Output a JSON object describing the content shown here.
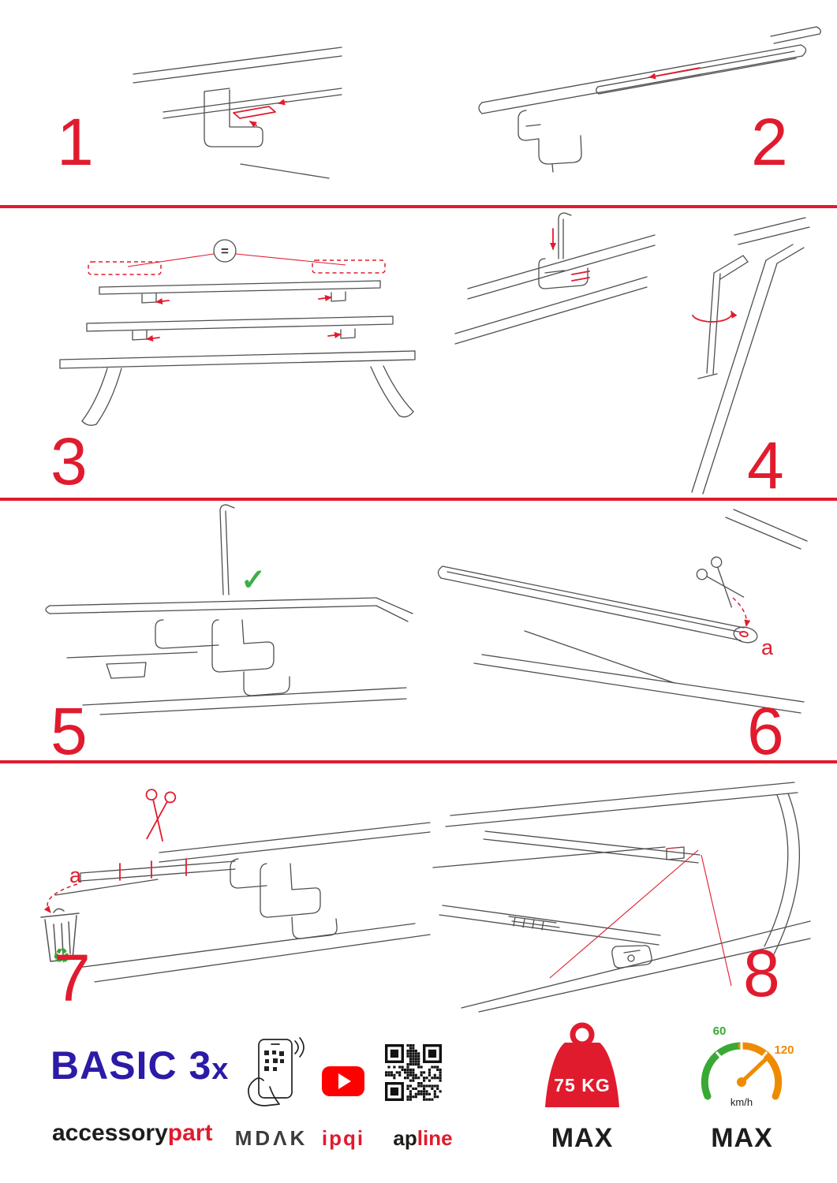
{
  "palette": {
    "accent_red": "#e11b2e",
    "line_gray": "#4f4f4f",
    "check_green": "#3fae49",
    "recycle_green": "#3aa335",
    "brand_blue": "#2b1ba6",
    "youtube_red": "#ff0000",
    "speed_green": "#39a935",
    "speed_orange": "#ef8b00",
    "text_dark": "#1d1d1b"
  },
  "steps": [
    {
      "number": "1"
    },
    {
      "number": "2"
    },
    {
      "number": "3",
      "equal_label": "="
    },
    {
      "number": "4"
    },
    {
      "number": "5",
      "check_label": "✓"
    },
    {
      "number": "6",
      "cut_label": "a"
    },
    {
      "number": "7",
      "cut_label": "a"
    },
    {
      "number": "8"
    }
  ],
  "icons": {
    "recycle_glyph": "♻"
  },
  "footer": {
    "product_name": "BASIC 3",
    "product_suffix": "x",
    "brand_black": "accessory",
    "brand_red": "part",
    "logo_mdak": "MDΛK",
    "logo_ipqi": "ipqi",
    "logo_ap": "ap",
    "logo_line": "line",
    "weight_value": "75 KG",
    "weight_max_label": "MAX",
    "speed_low": "60",
    "speed_high": "120",
    "speed_unit": "km/h",
    "speed_max_label": "MAX"
  }
}
